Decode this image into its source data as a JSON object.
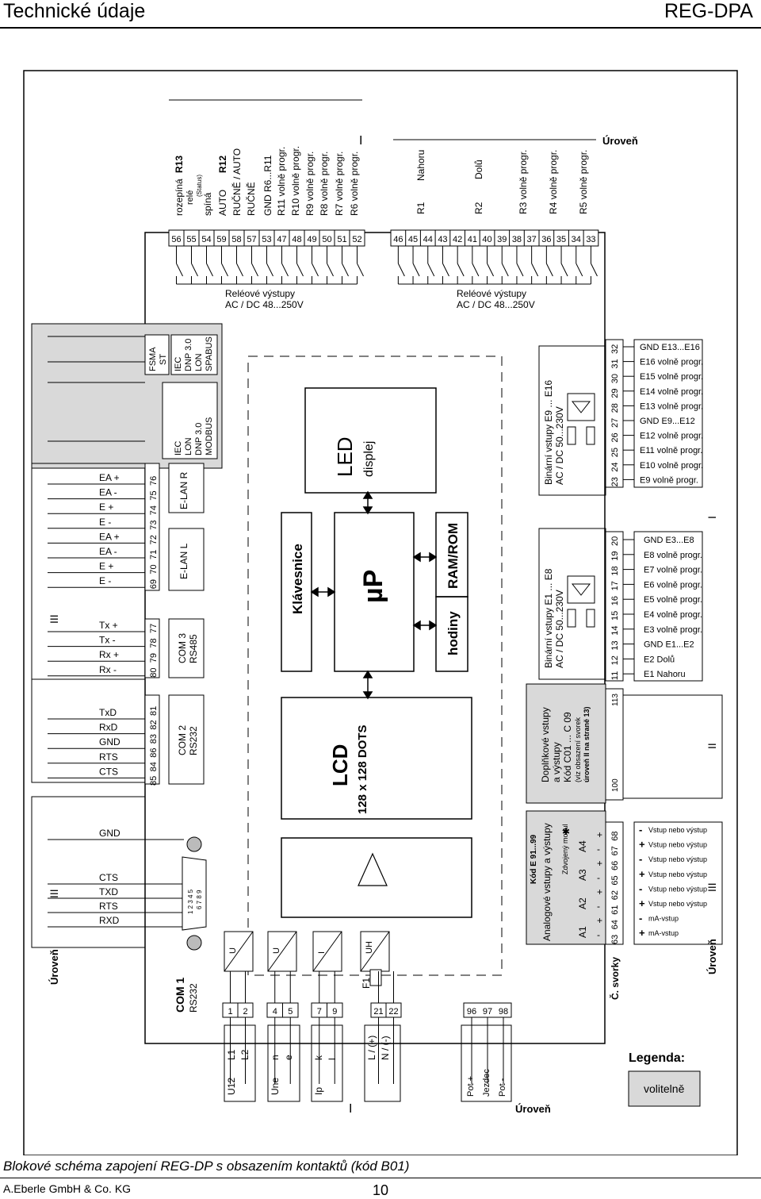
{
  "header": {
    "title": "Technické údaje",
    "product": "REG-DPA"
  },
  "footer": {
    "caption": "Blokové schéma zapojení REG-DP s obsazením kontaktů (kód B01)",
    "company": "A.Eberle GmbH & Co. KG",
    "page": "10"
  },
  "level_marks": {
    "I": "I",
    "II": "II",
    "III": "III",
    "level_word": "Úroveň"
  },
  "relays": {
    "group1_terminals": [
      "56",
      "55",
      "54",
      "59",
      "58",
      "57",
      "53",
      "47",
      "48",
      "49",
      "50",
      "51",
      "52"
    ],
    "group2_terminals": [
      "46",
      "45",
      "44",
      "43",
      "42",
      "41",
      "40",
      "39",
      "38",
      "37",
      "36",
      "35",
      "34",
      "33"
    ],
    "caption_line1": "Reléové výstupy",
    "caption_line2": "AC / DC 48...250V",
    "r13_head": "rozepíná",
    "r13_tag": "R13",
    "r13_rele": "relé",
    "r13_status": "(Status)",
    "r13_spina": "spíná",
    "r12_auto": "AUTO",
    "r12_tag": "R12",
    "r12_rucne_auto": "RUČNĚ / AUTO",
    "r12_rucne": "RUČNĚ",
    "gnd_r6": "GND  R6...R11",
    "prog_rows": [
      "R11  volně progr.",
      "R10  volně progr.",
      "R9  volně progr.",
      "R8  volně progr.",
      "R7  volně progr.",
      "R6  volně progr."
    ],
    "r1_tag": "R1",
    "r1_text": "Nahoru",
    "r2_tag": "R2",
    "r2_text": "Dolů",
    "r3": "R3  volně progr.",
    "r4": "R4  volně progr.",
    "r5": "R5  volně progr."
  },
  "left_signals": {
    "elan": [
      "EA +",
      "EA -",
      "E +",
      "E -",
      "EA +",
      "EA -",
      "E +",
      "E -"
    ],
    "elan_terms": [
      "76",
      "75",
      "74",
      "73",
      "72",
      "71",
      "70",
      "69"
    ],
    "elan_r": "E-LAN R",
    "elan_l": "E-LAN L",
    "rs485": [
      "Tx +",
      "Tx -",
      "Rx +",
      "Rx -"
    ],
    "rs485_terms": [
      "77",
      "78",
      "79",
      "80"
    ],
    "com3_a": "COM 3",
    "com3_b": "RS485",
    "rs232": [
      "TxD",
      "RxD",
      "GND",
      "RTS",
      "CTS"
    ],
    "rs232_terms": [
      "81",
      "82",
      "83",
      "86",
      "84",
      "85"
    ],
    "com2_a": "COM 2",
    "com2_b": "RS232",
    "com1_sig": [
      "GND",
      "CTS",
      "TXD",
      "RTS",
      "RXD"
    ],
    "com1_a": "COM 1",
    "com1_b": "RS232",
    "sub_row1": "1 2 3 4 5",
    "sub_row2": "6 7 8 9"
  },
  "protocols": {
    "fsma_a": "FSMA",
    "fsma_b": "ST",
    "p1": [
      "IEC",
      "DNP 3.0",
      "LON",
      "SPABUS"
    ],
    "p2": [
      "IEC",
      "LON",
      "DNP 3.0",
      "MODBUS"
    ]
  },
  "core": {
    "led_a": "LED",
    "led_b": "displej",
    "keyboard": "Klávesnice",
    "up": "µP",
    "ram": "RAM/ROM",
    "clock": "hodiny",
    "lcd_a": "LCD",
    "lcd_b": "128 x 128 DOTS"
  },
  "binary": {
    "upper_a": "Binární vstupy E9 ... E16",
    "upper_b": "AC / DC 50...230V",
    "upper_terms": [
      "32",
      "31",
      "30",
      "29",
      "28",
      "27",
      "26",
      "25",
      "24",
      "23"
    ],
    "upper_labels": [
      "GND E13...E16",
      "E16  volně progr.",
      "E15  volně progr.",
      "E14  volně progr.",
      "E13  volně progr.",
      "GND E9...E12",
      "E12  volně progr.",
      "E11  volně progr.",
      "E10  volně progr.",
      "E9     volně progr."
    ],
    "lower_a": "Binární vstupy E1 ... E8",
    "lower_b": "AC / DC 50...230V",
    "lower_terms": [
      "20",
      "19",
      "18",
      "17",
      "16",
      "15",
      "14",
      "13",
      "12",
      "11"
    ],
    "lower_labels": [
      "GND     E3...E8",
      "E8  volně progr.",
      "E7  volně progr.",
      "E6  volně progr.",
      "E5  volně progr.",
      "E4  volně progr.",
      "E3  volně progr.",
      "GND    E1...E2",
      "E2          Dolů",
      "E1         Nahoru"
    ]
  },
  "extra": {
    "l1": "Doplňkové vstupy",
    "l2": "a výstupy",
    "l3": "Kód C01 ... C 09",
    "l4": "(viz obsazení svorek",
    "l5": "úroveň II na straně 13)",
    "t1": "113",
    "t2": "100"
  },
  "analog": {
    "title": "Analogové vstupy a výstupy",
    "code": "Kód E 91...99",
    "channels": [
      "A1",
      "A2",
      "A3",
      "A4"
    ],
    "doubled": "Zdvojený modul",
    "star": "✱",
    "terms": [
      "63",
      "64",
      "61",
      "62",
      "65",
      "66",
      "67",
      "68"
    ],
    "signs": [
      "-",
      "+",
      "-",
      "+",
      "-",
      "+",
      "-",
      "+"
    ],
    "svorky": "Č. svorky",
    "rows": [
      "Vstup nebo výstup",
      "Vstup nebo výstup",
      "Vstup nebo výstup",
      "Vstup nebo výstup",
      "Vstup nebo výstup",
      "Vstup nebo výstup",
      "mA-vstup",
      "mA-vstup"
    ]
  },
  "power": {
    "box_u": "U",
    "box_i": "I",
    "box_uh": "UH",
    "fuse": "F1",
    "terms": [
      "1",
      "2",
      "4",
      "5",
      "7",
      "9",
      "21",
      "22"
    ],
    "pot_terms": [
      "96",
      "97",
      "98"
    ],
    "u12_wires": [
      "L1",
      "L2"
    ],
    "une_wires": [
      "n",
      "e"
    ],
    "ip_wires": [
      "k",
      "l"
    ],
    "aux_wires": [
      "L / (+)",
      "N / (-)"
    ],
    "pot_wires": [
      "Pot +",
      "Jezdec",
      "Pot -"
    ],
    "u12": "U12",
    "une": "Une",
    "ip": "Ip"
  },
  "legend": {
    "title": "Legenda:",
    "optional": "volitelně"
  }
}
